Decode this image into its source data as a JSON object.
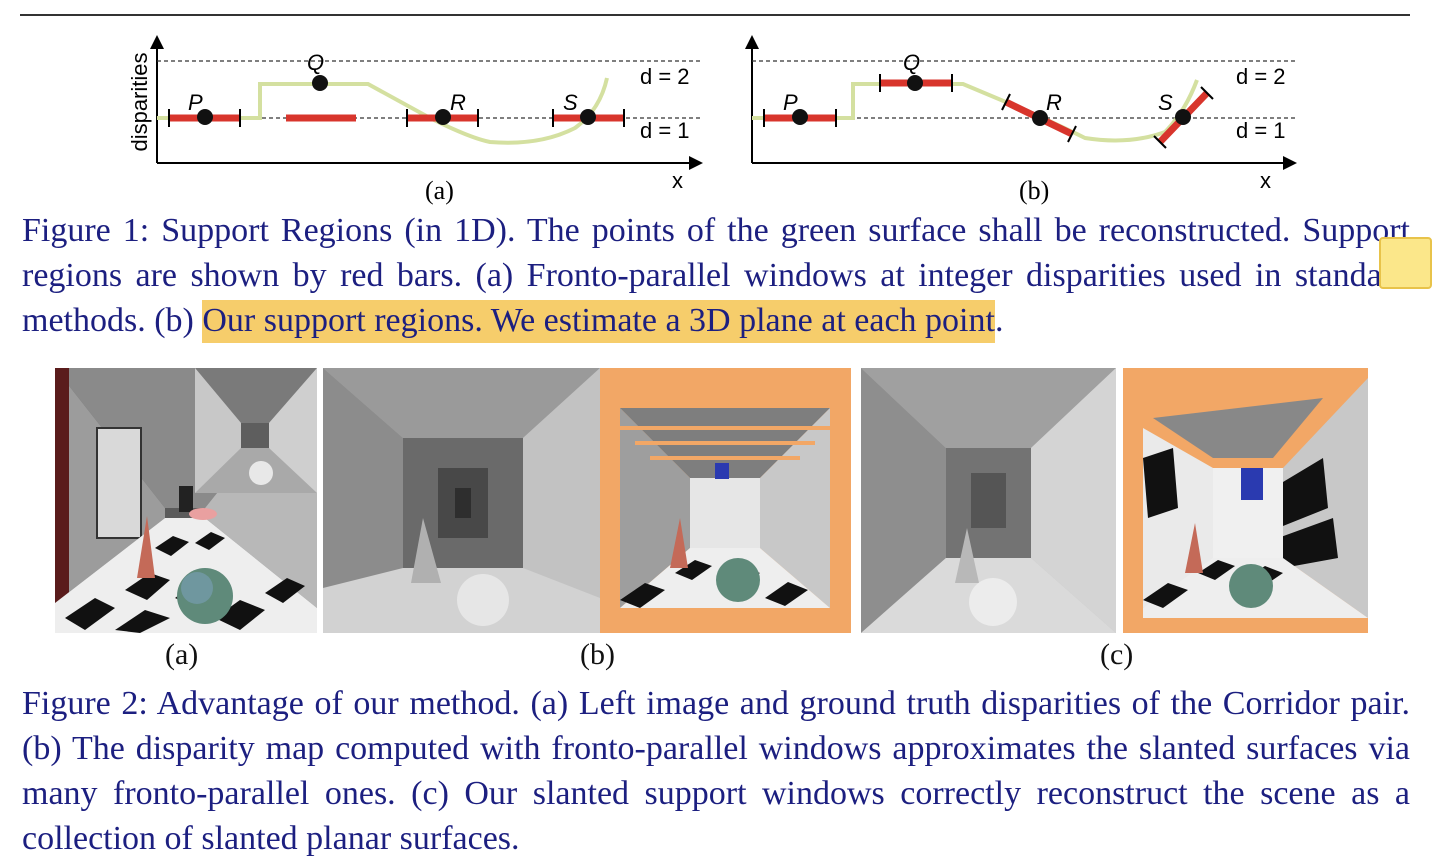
{
  "figure1": {
    "panels": [
      {
        "label": "(a)",
        "ylabel": "disparities",
        "xlabel": "x",
        "level_labels": [
          "d = 2",
          "d = 1"
        ],
        "points": [
          "P",
          "Q",
          "R",
          "S"
        ]
      },
      {
        "label": "(b)",
        "xlabel": "x",
        "level_labels": [
          "d = 2",
          "d = 1"
        ],
        "points": [
          "P",
          "Q",
          "R",
          "S"
        ]
      }
    ],
    "caption_pre": "Figure 1:  Support Regions (in 1D). The points of the green surface shall be reconstructed. Support regions are shown by red bars. (a) Fronto-parallel windows at integer disparities used in standard methods. (b) ",
    "caption_highlight": "Our support regions. We estimate a 3D plane at each point",
    "caption_post": "."
  },
  "figure2": {
    "labels": [
      "(a)",
      "(b)",
      "(c)"
    ],
    "caption": "Figure 2:  Advantage of our method.  (a) Left image and ground truth disparities of the Corridor pair.  (b) The disparity map computed with fronto-parallel windows approximates the slanted surfaces via many fronto-parallel ones. (c) Our slanted support windows correctly reconstruct the scene as a collection of slanted planar surfaces."
  },
  "colors": {
    "surface": "#d4e0a0",
    "support_bar": "#d8352c",
    "highlight": "#f6cd6b",
    "caption_text": "#1c1f80",
    "sticky_note": "#fbe78a",
    "orange_fill": "#f2a766"
  }
}
